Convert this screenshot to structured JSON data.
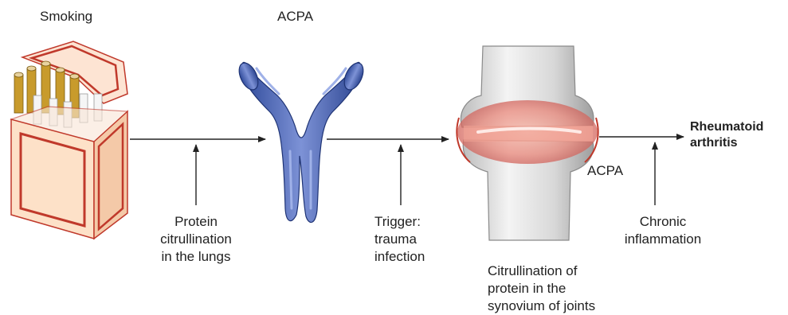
{
  "labels": {
    "smoking": "Smoking",
    "acpa_top": "ACPA",
    "acpa_joint": "ACPA",
    "lungs": [
      "Protein",
      "citrullination",
      "in the lungs"
    ],
    "trigger": [
      "Trigger:",
      "trauma",
      "infection"
    ],
    "synovium": [
      "Citrullination of",
      "protein in the",
      "synovium of joints"
    ],
    "chronic": [
      "Chronic",
      "inflammation"
    ],
    "outcome": [
      "Rheumatoid",
      "arthritis"
    ]
  }
}
